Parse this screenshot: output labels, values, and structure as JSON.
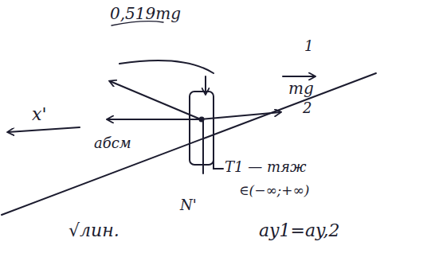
{
  "diagram": {
    "labels": [
      "0,519mg",
      "1",
      "mg",
      "2",
      "x'",
      "aбсм",
      "T1 — тяж",
      "∈(−∞;+∞)",
      "N'",
      "√лин.",
      "ay1=ay,2"
    ]
  }
}
